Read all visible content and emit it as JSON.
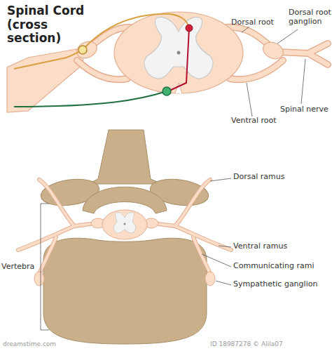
{
  "diagram": {
    "title": "Spinal Cord (cross section)",
    "labels": [
      "Dorsal root",
      "Dorsal root ganglion",
      "Ventral root",
      "Spinal nerve",
      "Dorsal ramus",
      "Vertebra",
      "Ventral ramus",
      "Communicating rami",
      "Sympathetic ganglion",
      "dreamstime.com",
      "ID 18987278 © Alila07"
    ]
  }
}
